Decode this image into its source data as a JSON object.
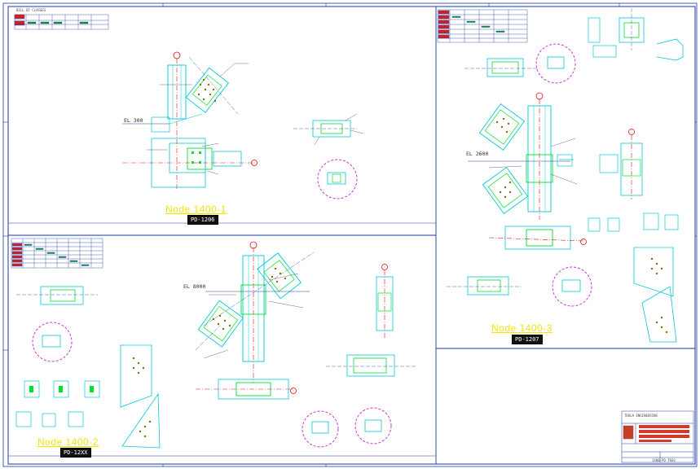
{
  "sheet": {
    "panels": [
      {
        "title": "Node  1400-1",
        "code": "PD-1206",
        "elevation": "EL 300"
      },
      {
        "title": "Node  1400-2",
        "code": "PD-12XX",
        "elevation": "EL 8000"
      },
      {
        "title": "Node  1400-3",
        "code": "PD-1207",
        "elevation": "EL 2600"
      }
    ],
    "header_note": "BILL OF CLASSES",
    "title_block": {
      "company": "TEKLA ENGINEERING",
      "drawing_no": "1400-PD-TK02"
    }
  },
  "colors": {
    "frame": "#1a3aa0",
    "steel": "#00c8d8",
    "plate": "#00e030",
    "weld": "#8a6a00",
    "bolt": "#c02080",
    "gridline": "#e01010",
    "centerline": "#2040a0",
    "node_title": "#f2e600",
    "detail_circle": "#d020d0",
    "label": "#333333"
  }
}
